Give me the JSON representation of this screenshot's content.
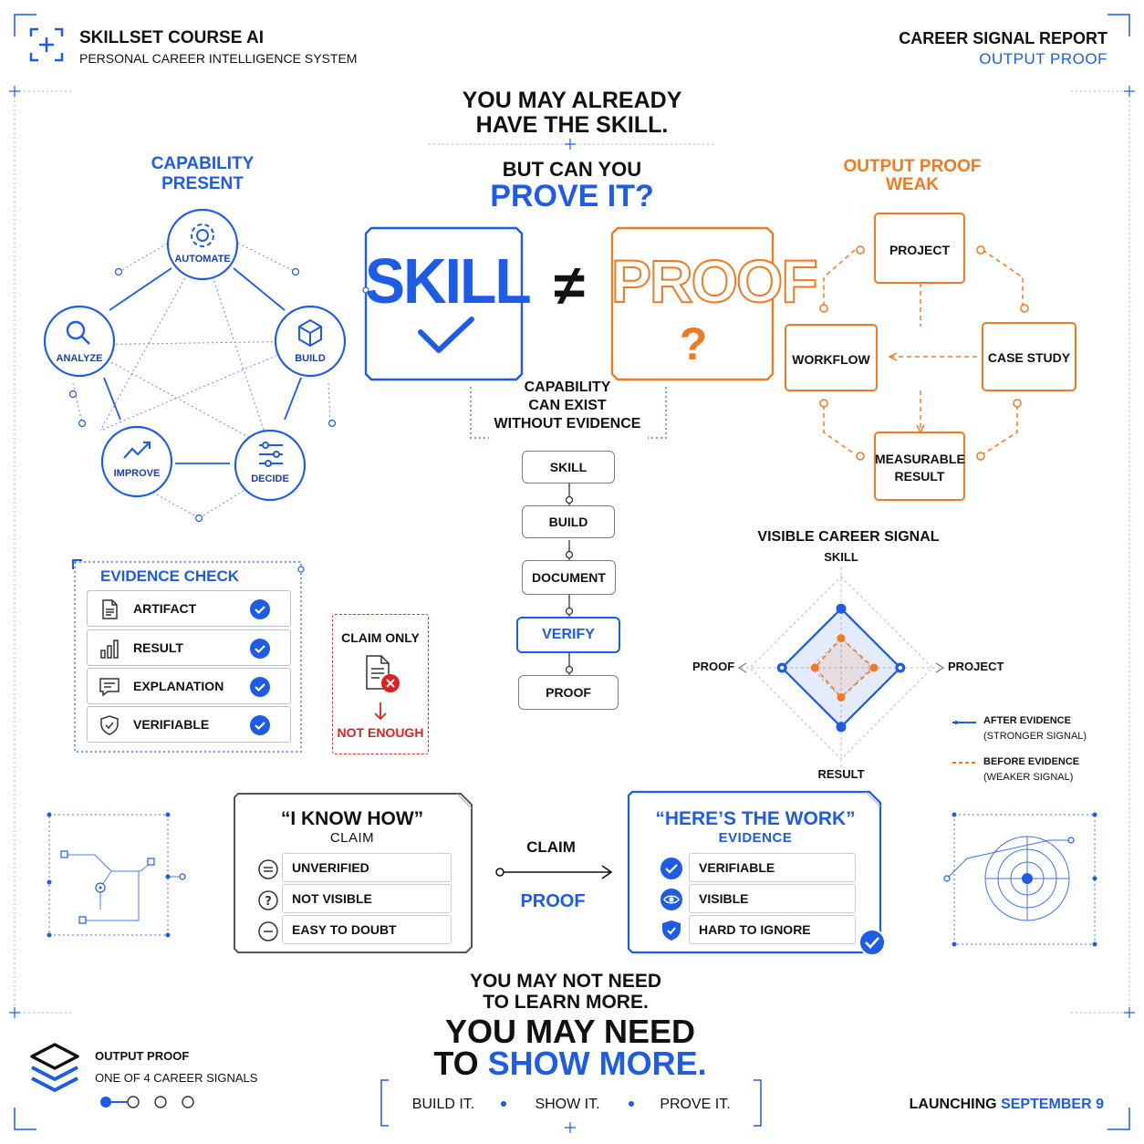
{
  "header": {
    "brand": "SKILLSET COURSE AI",
    "brand_sub": "PERSONAL CAREER INTELLIGENCE SYSTEM",
    "report_title": "CAREER SIGNAL REPORT",
    "report_sub": "OUTPUT PROOF"
  },
  "headline": {
    "line1": "YOU MAY ALREADY",
    "line2": "HAVE THE SKILL.",
    "question1": "BUT CAN YOU",
    "question2": "PROVE IT?"
  },
  "capability": {
    "title1": "CAPABILITY",
    "title2": "PRESENT",
    "nodes": [
      "AUTOMATE",
      "ANALYZE",
      "BUILD",
      "IMPROVE",
      "DECIDE"
    ]
  },
  "comparison": {
    "skill": "SKILL",
    "not_equal": "≠",
    "proof": "PROOF",
    "question_mark": "?",
    "caption1": "CAPABILITY",
    "caption2": "CAN EXIST",
    "caption3": "WITHOUT EVIDENCE"
  },
  "output_proof": {
    "title1": "OUTPUT PROOF",
    "title2": "WEAK",
    "project": "PROJECT",
    "workflow": "WORKFLOW",
    "case_study": "CASE STUDY",
    "measurable1": "MEASURABLE",
    "measurable2": "RESULT"
  },
  "flow": {
    "steps": [
      "SKILL",
      "BUILD",
      "DOCUMENT",
      "VERIFY",
      "PROOF"
    ]
  },
  "evidence_check": {
    "title": "EVIDENCE CHECK",
    "items": [
      "ARTIFACT",
      "RESULT",
      "EXPLANATION",
      "VERIFIABLE"
    ]
  },
  "claim_only": {
    "title": "CLAIM ONLY",
    "verdict": "NOT ENOUGH"
  },
  "radar": {
    "title": "VISIBLE CAREER SIGNAL",
    "axes": [
      "SKILL",
      "PROJECT",
      "RESULT",
      "PROOF"
    ],
    "legend_after1": "AFTER EVIDENCE",
    "legend_after2": "(STRONGER SIGNAL)",
    "legend_before1": "BEFORE EVIDENCE",
    "legend_before2": "(WEAKER SIGNAL)",
    "after_values": [
      0.9,
      0.9,
      0.9,
      0.9
    ],
    "before_values": [
      0.45,
      0.5,
      0.45,
      0.4
    ],
    "colors": {
      "after": "#1e5be6",
      "before": "#f07a22"
    }
  },
  "claim_card": {
    "title": "“I KNOW HOW”",
    "sub": "CLAIM",
    "items": [
      "UNVERIFIED",
      "NOT VISIBLE",
      "EASY TO DOUBT"
    ]
  },
  "arrow": {
    "top": "CLAIM",
    "bottom": "PROOF"
  },
  "evidence_card": {
    "title": "“HERE’S THE WORK”",
    "sub": "EVIDENCE",
    "items": [
      "VERIFIABLE",
      "VISIBLE",
      "HARD TO IGNORE"
    ]
  },
  "closing": {
    "line1": "YOU MAY NOT NEED",
    "line2": "TO LEARN MORE.",
    "line3": "YOU MAY NEED",
    "line4a": "TO",
    "line4b": "SHOW MORE."
  },
  "footer": {
    "title": "OUTPUT PROOF",
    "sub": "ONE OF 4 CAREER SIGNALS",
    "tagline": [
      "BUILD IT.",
      "SHOW IT.",
      "PROVE IT."
    ],
    "launch_a": "LAUNCHING",
    "launch_b": "SEPTEMBER 9",
    "progress": {
      "current": 1,
      "total": 4
    }
  }
}
